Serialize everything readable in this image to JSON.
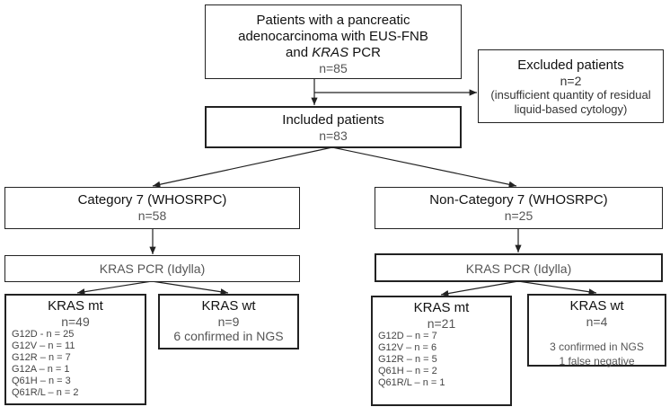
{
  "top": {
    "line1": "Patients with a pancreatic",
    "line2": "adenocarcinoma with EUS-FNB",
    "line3_pre": "and ",
    "line3_em": "KRAS",
    "line3_post": " PCR",
    "n": "n=85"
  },
  "excluded": {
    "title": "Excluded patients",
    "n": "n=2",
    "line1": "(insufficient quantity of residual",
    "line2": "liquid-based cytology)"
  },
  "included": {
    "title": "Included patients",
    "n": "n=83"
  },
  "left": {
    "category": {
      "title": "Category 7 (WHOSRPC)",
      "n": "n=58"
    },
    "pcr": "KRAS PCR (Idylla)",
    "mt": {
      "title": "KRAS mt",
      "n": "n=49",
      "items": [
        "G12D - n = 25",
        "G12V – n = 11",
        "G12R – n = 7",
        "G12A – n = 1",
        "Q61H – n = 3",
        "Q61R/L – n = 2"
      ]
    },
    "wt": {
      "title": "KRAS wt",
      "n": "n=9",
      "line1": "6 confirmed in NGS"
    }
  },
  "right": {
    "category": {
      "title": "Non-Category 7 (WHOSRPC)",
      "n": "n=25"
    },
    "pcr": "KRAS PCR (Idylla)",
    "mt": {
      "title": "KRAS mt",
      "n": "n=21",
      "items": [
        "G12D – n = 7",
        "G12V – n = 6",
        "G12R – n = 5",
        "Q61H – n = 2",
        "Q61R/L – n = 1"
      ]
    },
    "wt": {
      "title": "KRAS wt",
      "n": "n=4",
      "line1": "3 confirmed in NGS",
      "line2": "1 false negative"
    }
  }
}
